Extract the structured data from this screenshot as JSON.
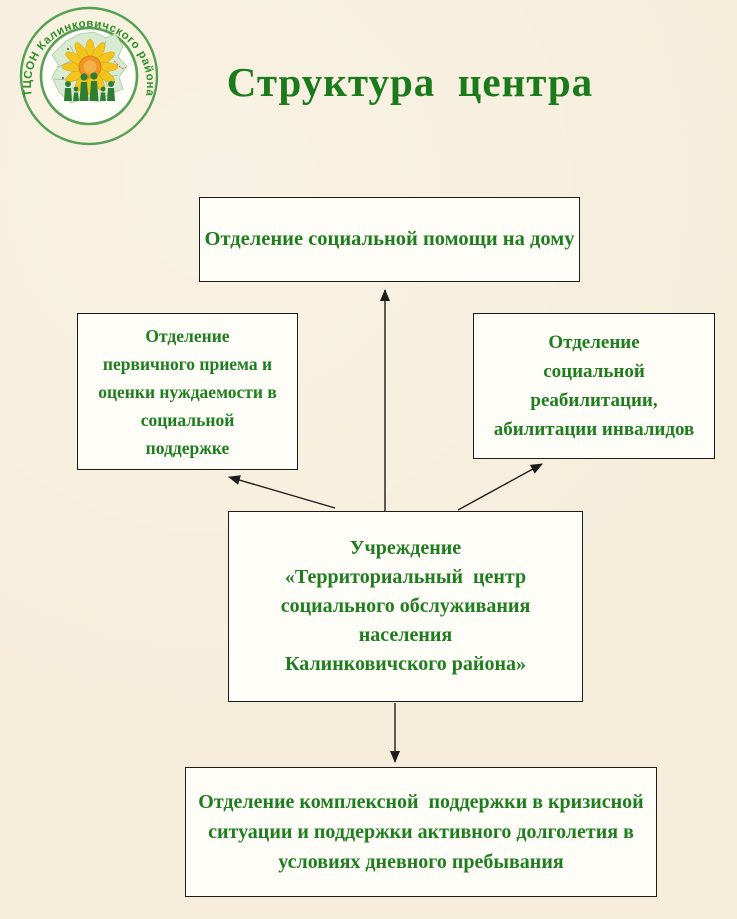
{
  "page": {
    "title": "Структура  центра",
    "background_color": "#f6eedb",
    "text_green": "#1e7d1e",
    "title_green": "#1b7a1b",
    "box_background": "#fffdf7",
    "box_border_color": "#1c1c1c",
    "arrow_color": "#1c1c1c"
  },
  "logo": {
    "ring_text": "ТЦСОН Калинковичского района",
    "ring_green": "#55a055",
    "text_green": "#2f8f2f",
    "band_color": "#f8f2de",
    "inner_color": "#fffef8",
    "map_color": "#d9ead2",
    "sunflower_petal_color": "#f2c41d",
    "sunflower_center_color": "#ef9526",
    "people_color": "#2e7d32"
  },
  "boxes": {
    "top": {
      "text": "Отделение социальной помощи на дому"
    },
    "left": {
      "text": "Отделение\nпервичного приема и\nоценки нуждаемости в\nсоциальной\nподдержке"
    },
    "right": {
      "text": "Отделение\nсоциальной\nреабилитации,\nабилитации инвалидов"
    },
    "center": {
      "text": "Учреждение\n«Территориальный  центр\nсоциального обслуживания\nнаселения\nКалинковичского района»"
    },
    "bottom": {
      "text": "Отделение комплексной  поддержки в кризисной\nситуации и поддержки активного долголетия в\nусловиях дневного пребывания"
    }
  }
}
